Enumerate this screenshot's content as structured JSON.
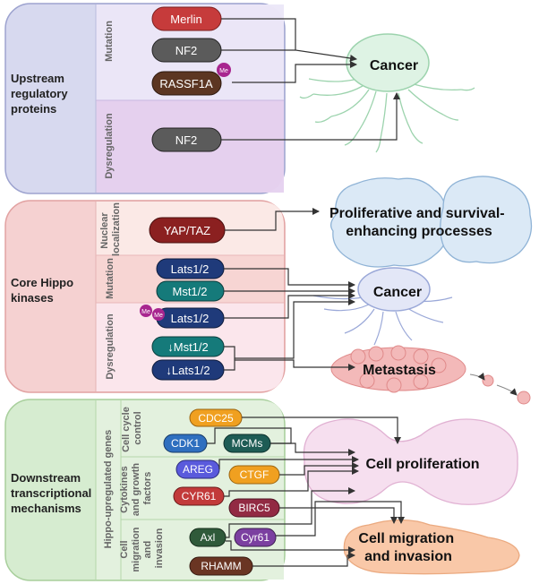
{
  "colors": {
    "red": "#c63b3b",
    "grey": "#5b5b5b",
    "brown": "#5c3622",
    "darkred": "#8b2020",
    "navy": "#1f3a7a",
    "teal": "#157a7a",
    "orange": "#f0a020",
    "blue": "#2f6fbf",
    "darkteal": "#1e5c55",
    "violet": "#5a5adc",
    "crimson": "#c23a3a",
    "maroon": "#922a43",
    "green": "#2f5a3a",
    "purple": "#7b3fa0",
    "darkbrown": "#6a3523",
    "methyl": "#a8268f"
  },
  "sections": {
    "upstream": {
      "title_lines": [
        "Upstream",
        "regulatory",
        "proteins"
      ],
      "sub_mutation": "Mutation",
      "sub_dysregulation": "Dysregulation",
      "proteins": {
        "merlin": "Merlin",
        "nf2_mut": "NF2",
        "rassf1a": "RASSF1A",
        "nf2_dys": "NF2"
      },
      "methyl": "Me"
    },
    "core": {
      "title_lines": [
        "Core Hippo",
        "kinases"
      ],
      "sub_nuclear_lines": [
        "Nuclear",
        "localization"
      ],
      "sub_mutation": "Mutation",
      "sub_dysregulation": "Dysregulation",
      "proteins": {
        "yaptaz": "YAP/TAZ",
        "lats_mut": "Lats1/2",
        "mst_mut": "Mst1/2",
        "lats_dys": "Lats1/2",
        "mst_down": "↓Mst1/2",
        "lats_down": "↓Lats1/2"
      },
      "methyl": "Me"
    },
    "downstream": {
      "title_lines": [
        "Downstream",
        "transcriptional",
        "mechanisms"
      ],
      "genes_label": "Hippo-upregulated genes",
      "sub_cell_cycle_lines": [
        "Cell cycle",
        "control"
      ],
      "sub_cytokines_lines": [
        "Cytokines",
        "and growth",
        "factors"
      ],
      "sub_migration_lines": [
        "Cell",
        "migration",
        "and",
        "invasion"
      ],
      "proteins": {
        "cdc25": "CDC25",
        "cdk1": "CDK1",
        "mcms": "MCMs",
        "areg": "AREG",
        "ctgf": "CTGF",
        "cyr61_up": "CYR61",
        "birc5": "BIRC5",
        "axl": "Axl",
        "cyr61_mig": "Cyr61",
        "rhamm": "RHAMM"
      }
    }
  },
  "outcomes": {
    "cancer_top": "Cancer",
    "proliferative_lines": [
      "Proliferative and survival-",
      "enhancing processes"
    ],
    "cancer_mid": "Cancer",
    "metastasis": "Metastasis",
    "cell_proliferation": "Cell proliferation",
    "migration_lines": [
      "Cell migration",
      "and invasion"
    ]
  }
}
